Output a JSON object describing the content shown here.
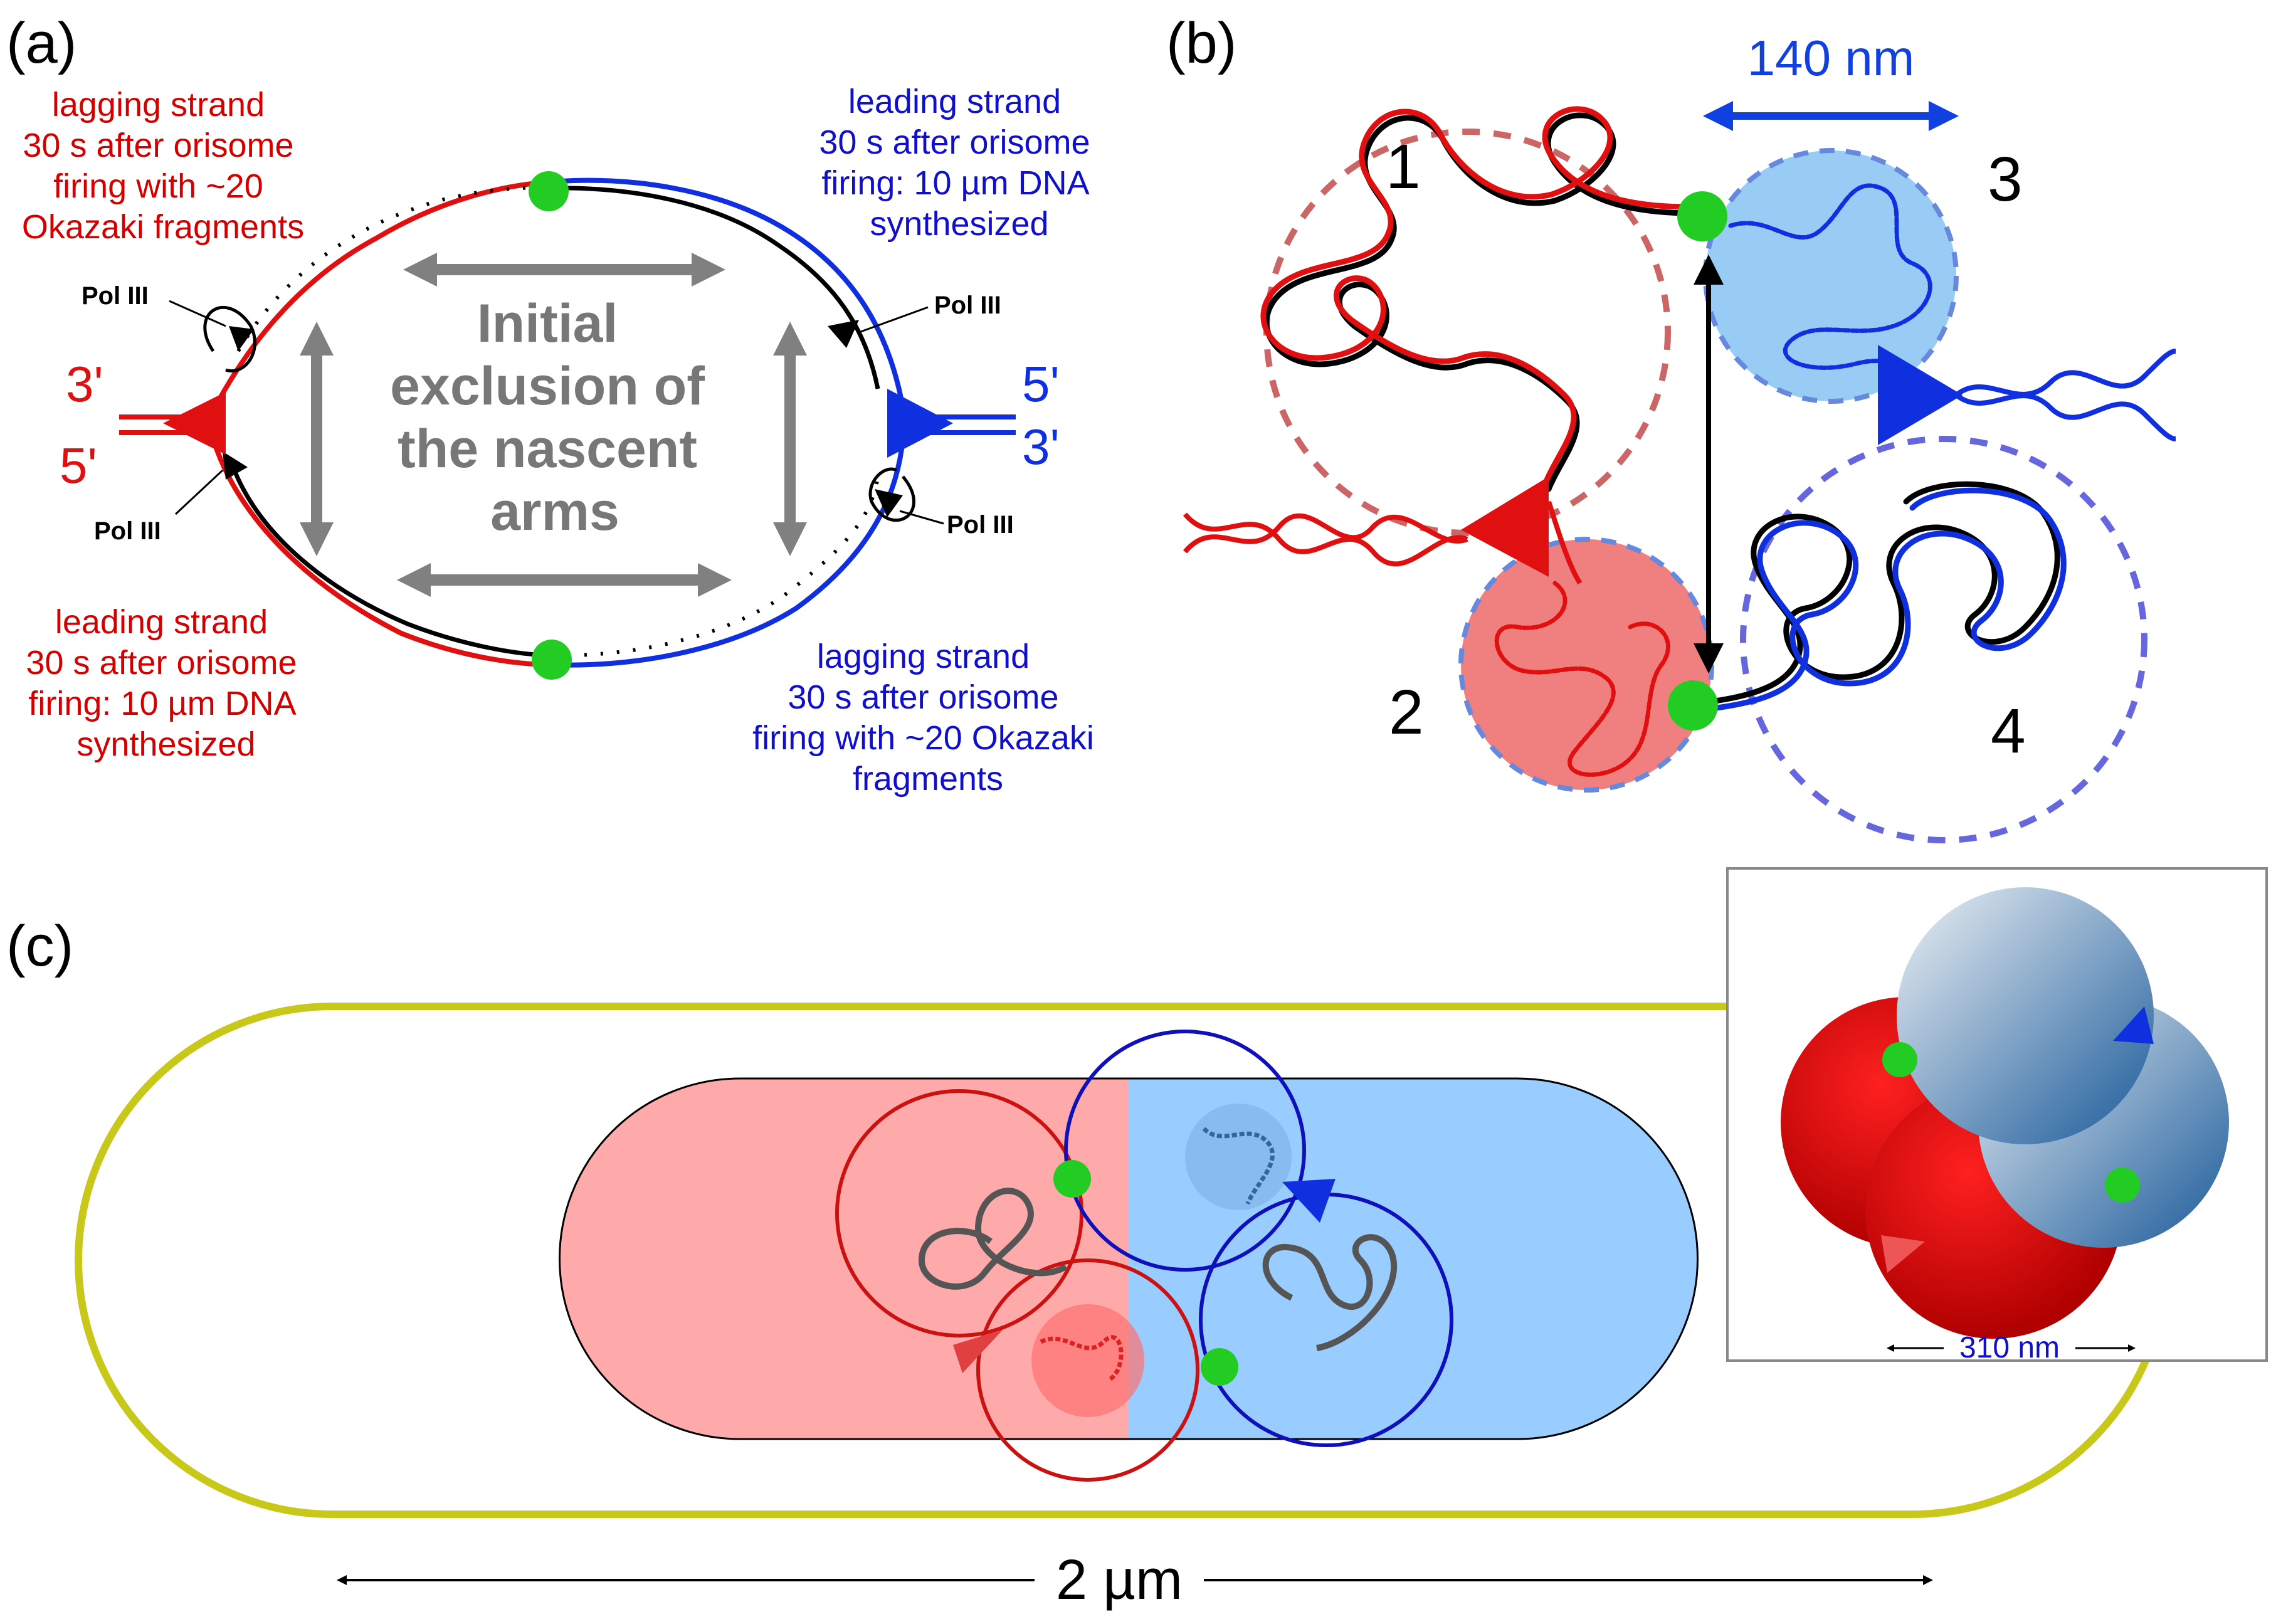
{
  "panels": {
    "a": {
      "label": "(a)",
      "top_left_caption": [
        "lagging strand",
        "30 s after orisome",
        "firing with ~20",
        "Okazaki fragments"
      ],
      "top_right_caption": [
        "leading strand",
        "30 s after orisome",
        "firing: 10 µm DNA",
        "synthesized"
      ],
      "bottom_left_caption": [
        "leading strand",
        "30 s after orisome",
        "firing: 10 µm DNA",
        "synthesized"
      ],
      "bottom_right_caption": [
        "lagging strand",
        "30 s after orisome",
        "firing with ~20 Okazaki",
        "fragments"
      ],
      "pol_labels": [
        "Pol III",
        "Pol III",
        "Pol III",
        "Pol III"
      ],
      "left_ends": [
        "3'",
        "5'"
      ],
      "right_ends": [
        "5'",
        "3'"
      ],
      "center_text": [
        "Initial",
        "exclusion of",
        "the nascent",
        "arms"
      ]
    },
    "b": {
      "label": "(b)",
      "scale": "140 nm",
      "domain_numbers": [
        "1",
        "2",
        "3",
        "4"
      ]
    },
    "c": {
      "label": "(c)",
      "length": "2 µm",
      "inset_scale": "310 nm"
    }
  },
  "colors": {
    "red": "#e01010",
    "blue": "#1030e0",
    "green": "#22cc22",
    "gray": "#808080",
    "cell_outline": "#c8c81a",
    "pink_fill": "#ffaaaa",
    "blue_fill": "#99ccff"
  }
}
